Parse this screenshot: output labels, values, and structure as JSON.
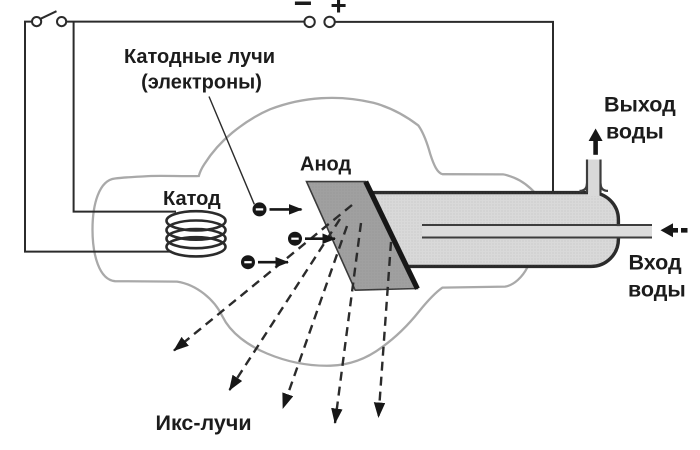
{
  "colors": {
    "ink": "#2b2b2b",
    "ink2": "#3d3d3d",
    "inkh": "#171717",
    "glass": "#a9a9a9",
    "anode": "#a0a0a0",
    "metal": "#d9d9d9",
    "metal2": "#dcdcdc",
    "text": "#1c1c1c"
  },
  "labels": {
    "cathode_rays_line1": "Катодные лучи",
    "cathode_rays_line2": "(электроны)",
    "cathode": "Катод",
    "anode": "Анод",
    "xrays": "Икс-лучи",
    "water_outlet_line1": "Выход",
    "water_outlet_line2": "воды",
    "water_inlet_line1": "Вход",
    "water_inlet_line2": "воды",
    "battery_minus": "−",
    "battery_plus": "+"
  }
}
